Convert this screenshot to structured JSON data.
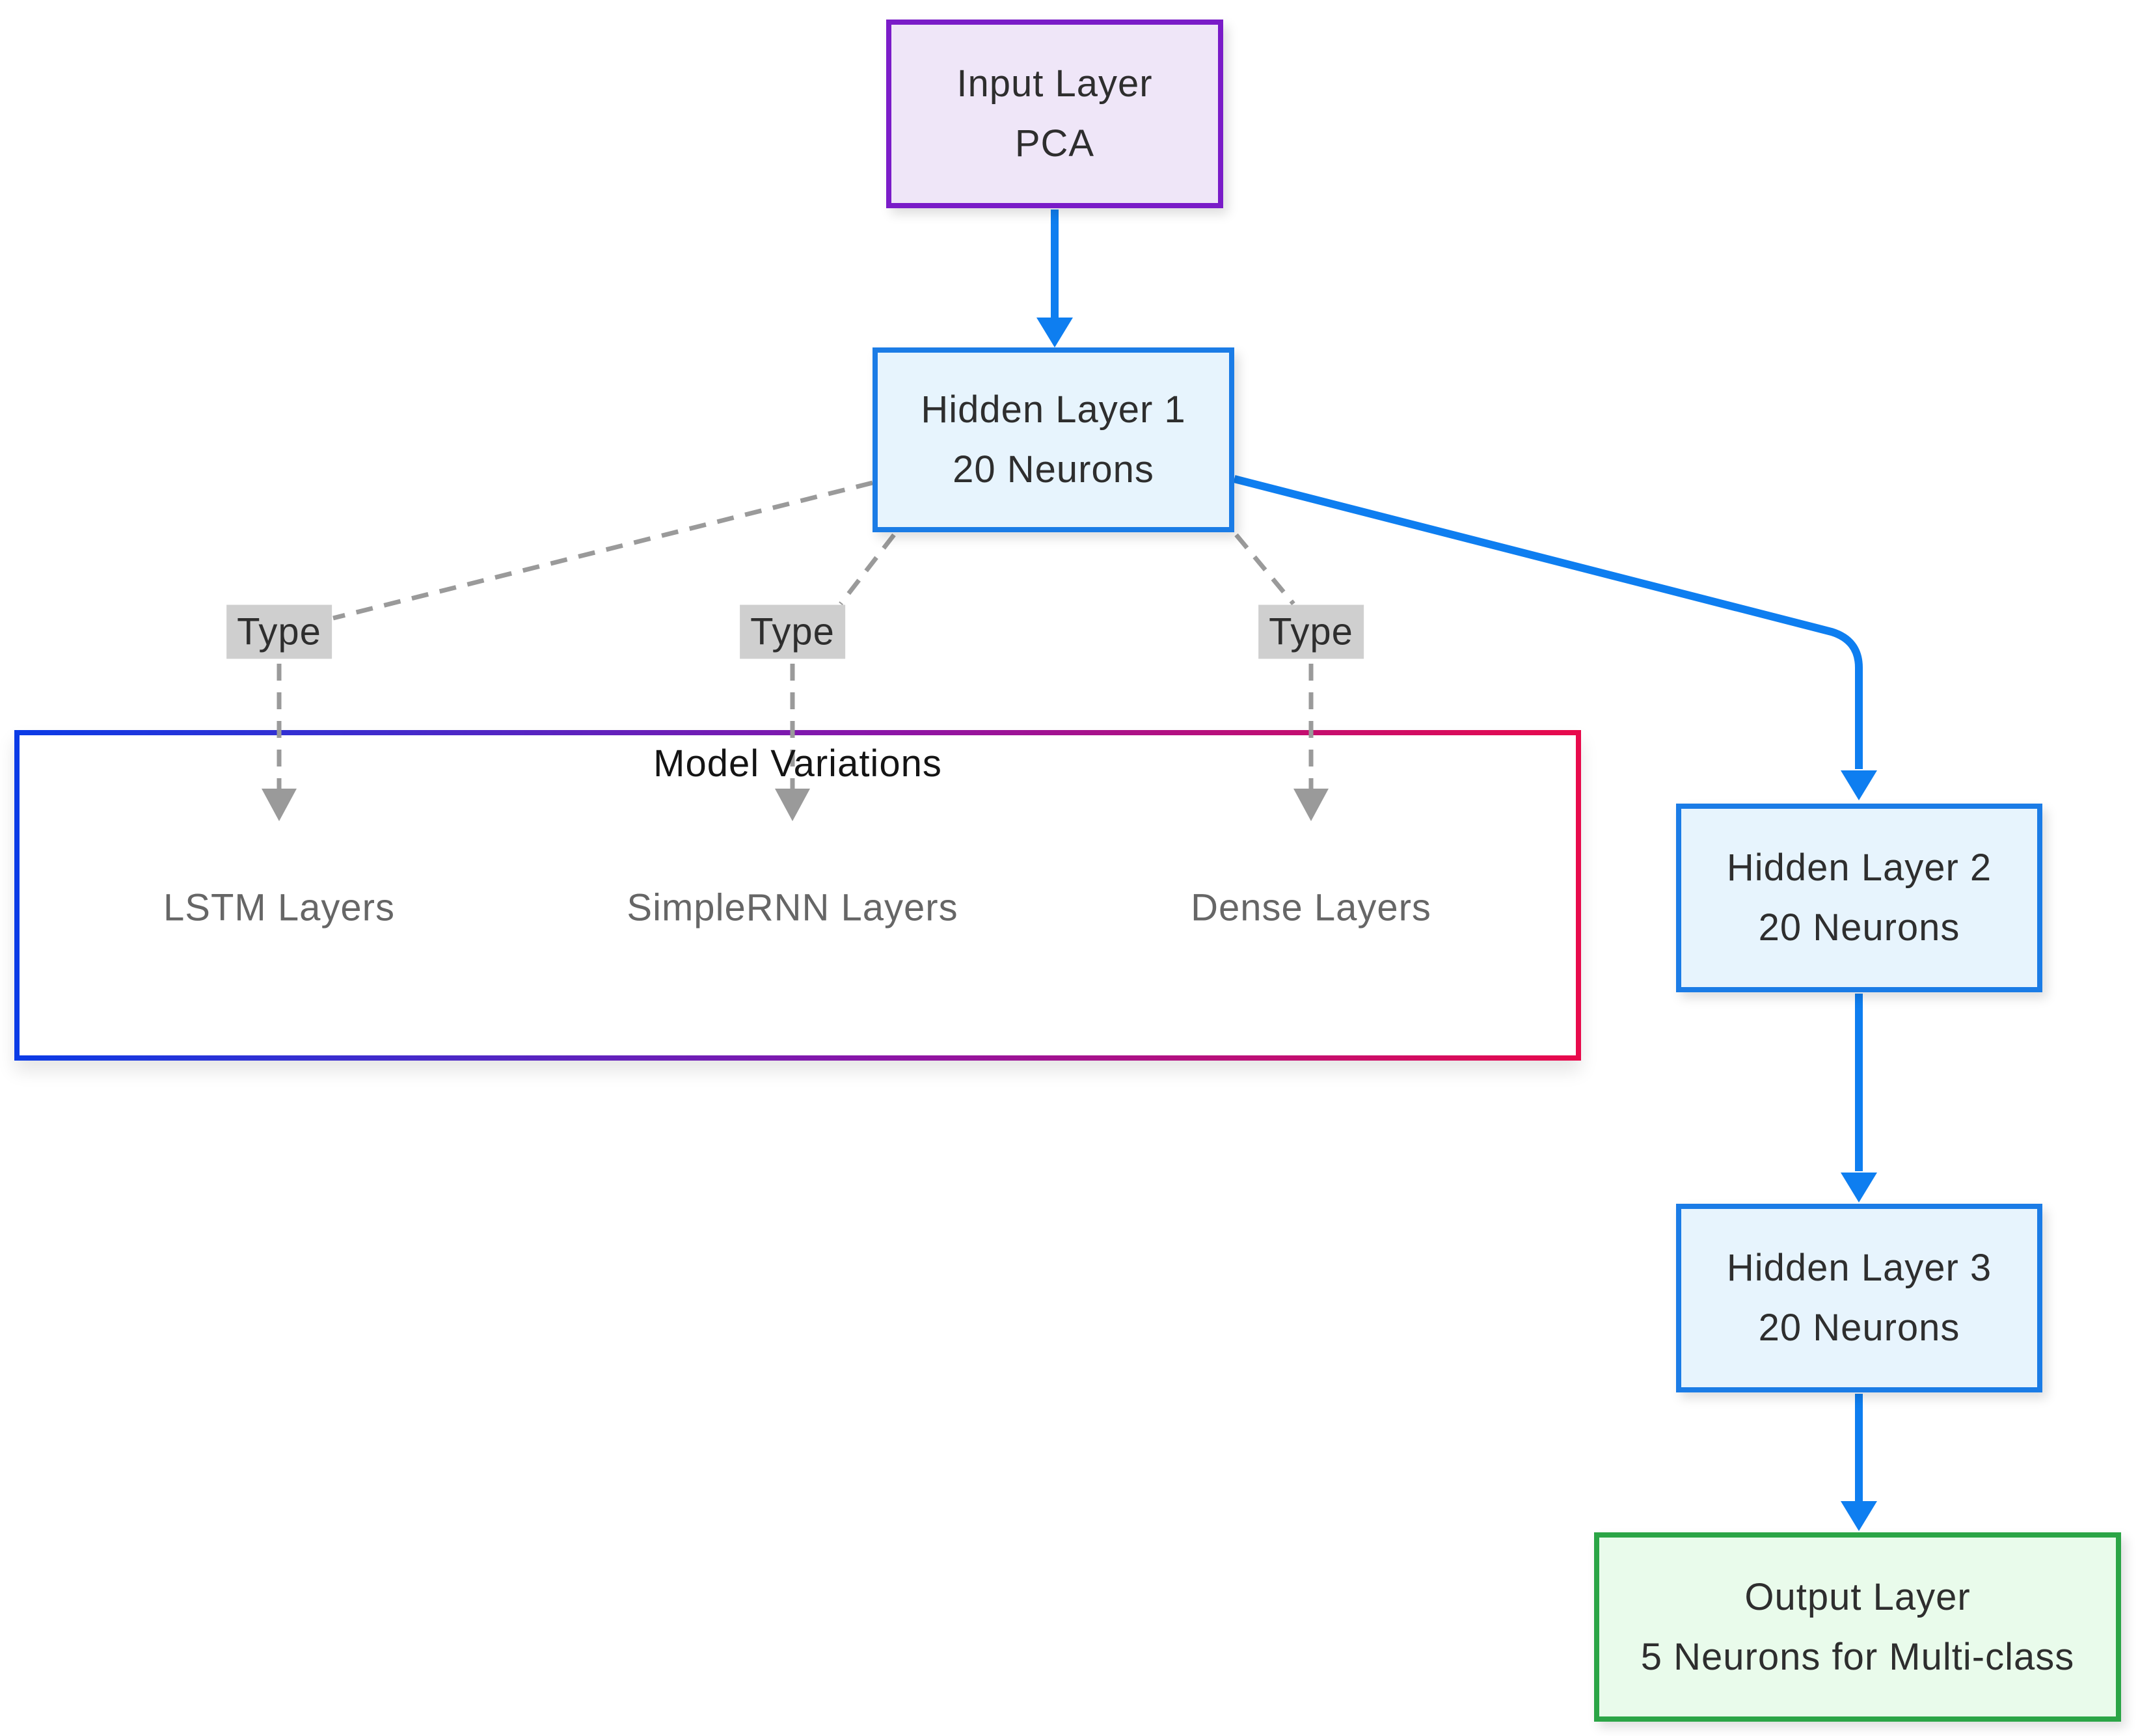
{
  "diagram": {
    "nodes": {
      "input": {
        "line1": "Input Layer",
        "line2": "PCA"
      },
      "hidden1": {
        "line1": "Hidden Layer 1",
        "line2": "20 Neurons"
      },
      "hidden2": {
        "line1": "Hidden Layer 2",
        "line2": "20 Neurons"
      },
      "hidden3": {
        "line1": "Hidden Layer 3",
        "line2": "20 Neurons"
      },
      "output": {
        "line1": "Output Layer",
        "line2": "5 Neurons for Multi-class"
      }
    },
    "group": {
      "title": "Model Variations",
      "items": [
        {
          "label": "LSTM Layers"
        },
        {
          "label": "SimpleRNN Layers"
        },
        {
          "label": "Dense Layers"
        }
      ]
    },
    "edges": [
      {
        "from": "Input Layer",
        "to": "Hidden Layer 1",
        "style": "solid"
      },
      {
        "from": "Hidden Layer 1",
        "to": "LSTM Layers",
        "style": "dashed",
        "label": "Type"
      },
      {
        "from": "Hidden Layer 1",
        "to": "SimpleRNN Layers",
        "style": "dashed",
        "label": "Type"
      },
      {
        "from": "Hidden Layer 1",
        "to": "Dense Layers",
        "style": "dashed",
        "label": "Type"
      },
      {
        "from": "Hidden Layer 1",
        "to": "Hidden Layer 2",
        "style": "solid"
      },
      {
        "from": "Hidden Layer 2",
        "to": "Hidden Layer 3",
        "style": "solid"
      },
      {
        "from": "Hidden Layer 3",
        "to": "Output Layer",
        "style": "solid"
      }
    ],
    "colors": {
      "edge_blue": "#0e7ef0",
      "edge_gray": "#9a9a9a",
      "node_blue_border": "#1b7ce6",
      "node_blue_fill": "#e7f4fd",
      "node_purple_border": "#7a1cc8",
      "node_purple_fill": "#efe6f8",
      "node_green_border": "#2ba546",
      "node_green_fill": "#e9fbeb",
      "group_border_start": "#0b3be6",
      "group_border_mid": "#8a15a8",
      "group_border_end": "#e80a4c",
      "edge_label_bg": "#cfcfcf",
      "text_dark": "#2e2e2e",
      "text_gray": "#666666"
    }
  }
}
